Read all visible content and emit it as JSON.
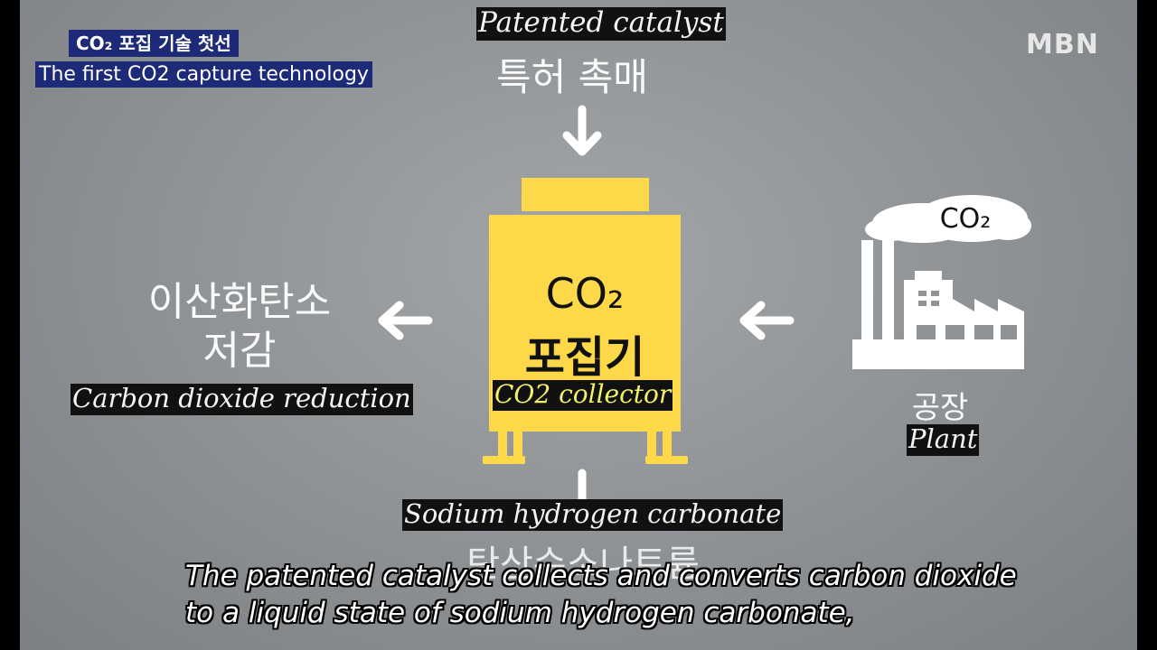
{
  "news": {
    "badge_ko": "CO₂ 포집 기술 첫선",
    "badge_en": "The first CO2 capture technology",
    "logo": "MBN"
  },
  "diagram": {
    "top_caption": "Patented catalyst",
    "top_ko": "특허 촉매",
    "collector_co2": "CO₂",
    "collector_ko": "포집기",
    "collector_caption": "CO2 collector",
    "left_ko_line1": "이산화탄소",
    "left_ko_line2": "저감",
    "left_caption": "Carbon dioxide reduction",
    "cloud_label": "CO₂",
    "plant_ko": "공장",
    "plant_caption": "Plant",
    "bottom_caption": "Sodium hydrogen carbonate",
    "bottom_ko": "탄산수소나트륨"
  },
  "subtitles": {
    "line1": "The patented catalyst collects and converts carbon dioxide",
    "line2": "to a liquid state of sodium hydrogen carbonate,"
  },
  "colors": {
    "collector_yellow": "#fdd94a",
    "badge_blue": "#1c2a78",
    "caption_yellow": "#f3f06a"
  }
}
